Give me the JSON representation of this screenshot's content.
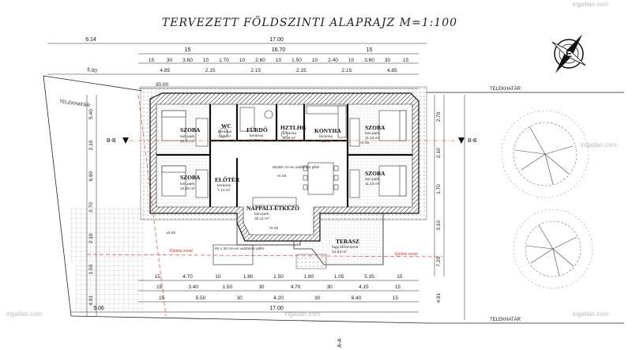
{
  "title": "TERVEZETT FÖLDSZINTI  ALAPRAJZ  M=1:100",
  "scale_bar": "M=1:100",
  "top_dims": {
    "row1": [
      "6.14",
      "17.00"
    ],
    "row2": [
      "15",
      "16.70",
      "15"
    ],
    "row3": [
      "15",
      "30",
      "3.60",
      "10",
      "1.70",
      "10",
      "2.60",
      "10",
      "1.50",
      "10",
      "2.40",
      "10",
      "3.60",
      "30",
      "15"
    ],
    "row4": [
      "5.00",
      "4.85",
      "2.15",
      "2.15",
      "2.15",
      "2.15",
      "4.85"
    ],
    "row5": [
      "30.00"
    ]
  },
  "bottom_dims": {
    "row1": [
      "15",
      "4.70",
      "10",
      "1.80",
      "1.50",
      "1.80",
      "1.05",
      "5.35",
      "15"
    ],
    "row2": [
      "15",
      "3.40",
      "1.50",
      "30",
      "4.70",
      "30",
      "4.15",
      "15"
    ],
    "row3": [
      "15",
      "5.50",
      "30",
      "4.20",
      "30",
      "6.40",
      "15"
    ],
    "row4": [
      "5.06",
      "17.00"
    ]
  },
  "left_dims": [
    "5.40",
    "2.10",
    "6.90",
    "2.70",
    "2.10",
    "1.50",
    "4.91"
  ],
  "right_dims": [
    "2.70",
    "2.10",
    "1.70",
    "3.10",
    "7.20",
    "4.91"
  ],
  "rooms": [
    {
      "name": "SZOBA",
      "floor": "lam.park.",
      "area": "12,30 m²"
    },
    {
      "name": "WC",
      "floor": "kerámia",
      "area": "1,80 m²"
    },
    {
      "name": "FÜRDŐ",
      "floor": "kerámia",
      "area": "4,33 m²"
    },
    {
      "name": "HZTLHG",
      "floor": "kerámia",
      "area": "3,29 m²"
    },
    {
      "name": "KONYHA",
      "floor": "kerámia",
      "area": "7,20 m²"
    },
    {
      "name": "SZOBA",
      "floor": "lam.park.",
      "area": "11,16 m²"
    },
    {
      "name": "SZOBA",
      "floor": "lam.park.",
      "area": "10,80 m²"
    },
    {
      "name": "ELŐTÉR",
      "floor": "kerámia",
      "area": "7,14 m²"
    },
    {
      "name": "NAPPALI-ÉTKEZŐ",
      "floor": "lam.park.",
      "area": "30,11 m²"
    },
    {
      "name": "SZOBA",
      "floor": "lam.park.",
      "area": "11,15 m²"
    },
    {
      "name": "TERASZ",
      "floor": "fagy.áll.kerámia",
      "area": "12,63 m²"
    }
  ],
  "labels": {
    "telekhatar_left": "TELEKHATÁR",
    "telekhatar_right_top": "TELEKHATÁR",
    "telekhatar_right_bottom": "TELEKHATÁR",
    "section_left": "B-B",
    "section_right": "B-B",
    "section_bottom": "A-A",
    "epitesi_vonal_left": "Építési vonal",
    "epitesi_vonal_right": "Építési vonal",
    "level": "±0.00",
    "table_note": "80 x 30 cm-es vasbeton pillér",
    "kitchen_note": "80x50 cm-es vasbeton pillér",
    "pm_045_1": "+0.45",
    "pm_045_2": "+0.45",
    "pm_045_3": "+0.45"
  },
  "watermarks": [
    "ingatlan.com",
    "ingatlan.com",
    "ingatlan.com",
    "ingatlan.com",
    "ingatlan.com"
  ],
  "icons": [
    "north-arrow-icon",
    "tree-icon",
    "tree-icon"
  ]
}
